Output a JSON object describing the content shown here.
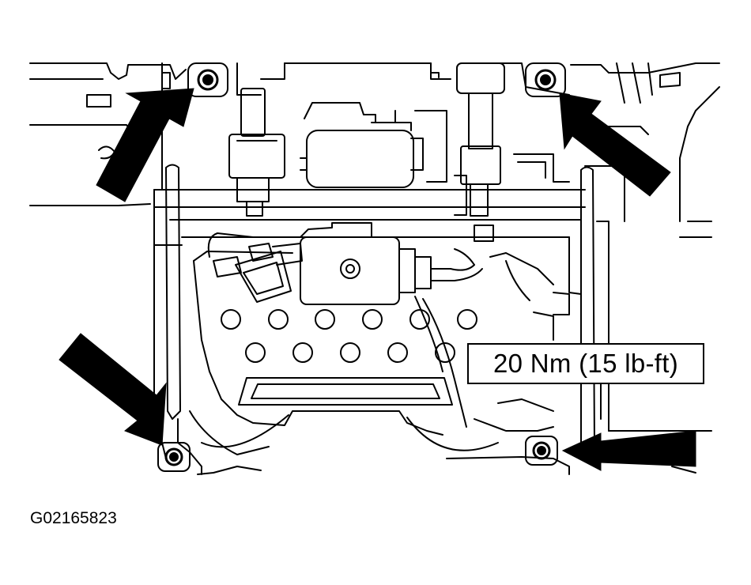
{
  "diagram": {
    "torque_spec": "20 Nm (15 lb-ft)",
    "figure_id": "G02165823",
    "fastener_count": 4,
    "callout_arrow_count": 4,
    "line_color": "#000000",
    "background_color": "#ffffff"
  }
}
